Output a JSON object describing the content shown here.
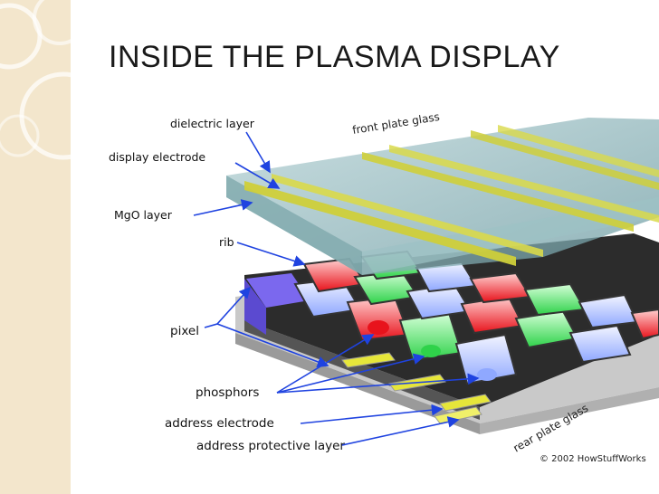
{
  "slide": {
    "title": "INSIDE THE PLASMA DISPLAY"
  },
  "diagram": {
    "labels": {
      "dielectric_layer": "dielectric layer",
      "display_electrode": "display electrode",
      "mgo_layer": "MgO layer",
      "rib": "rib",
      "pixel": "pixel",
      "phosphors": "phosphors",
      "address_electrode": "address electrode",
      "address_protective_layer": "address protective layer",
      "front_plate_glass": "front plate glass",
      "rear_plate_glass": "rear plate glass"
    },
    "copyright": "© 2002 HowStuffWorks",
    "colors": {
      "cream": "#f3e6cc",
      "glass": "#8fb9bd",
      "electrode": "#cfcf3a",
      "phosphor_red": "#e8131c",
      "phosphor_green": "#2fd24a",
      "phosphor_blue": "#8fa8ff",
      "pixel_purple": "#7b68ee",
      "arrow": "#1f43e0"
    }
  }
}
